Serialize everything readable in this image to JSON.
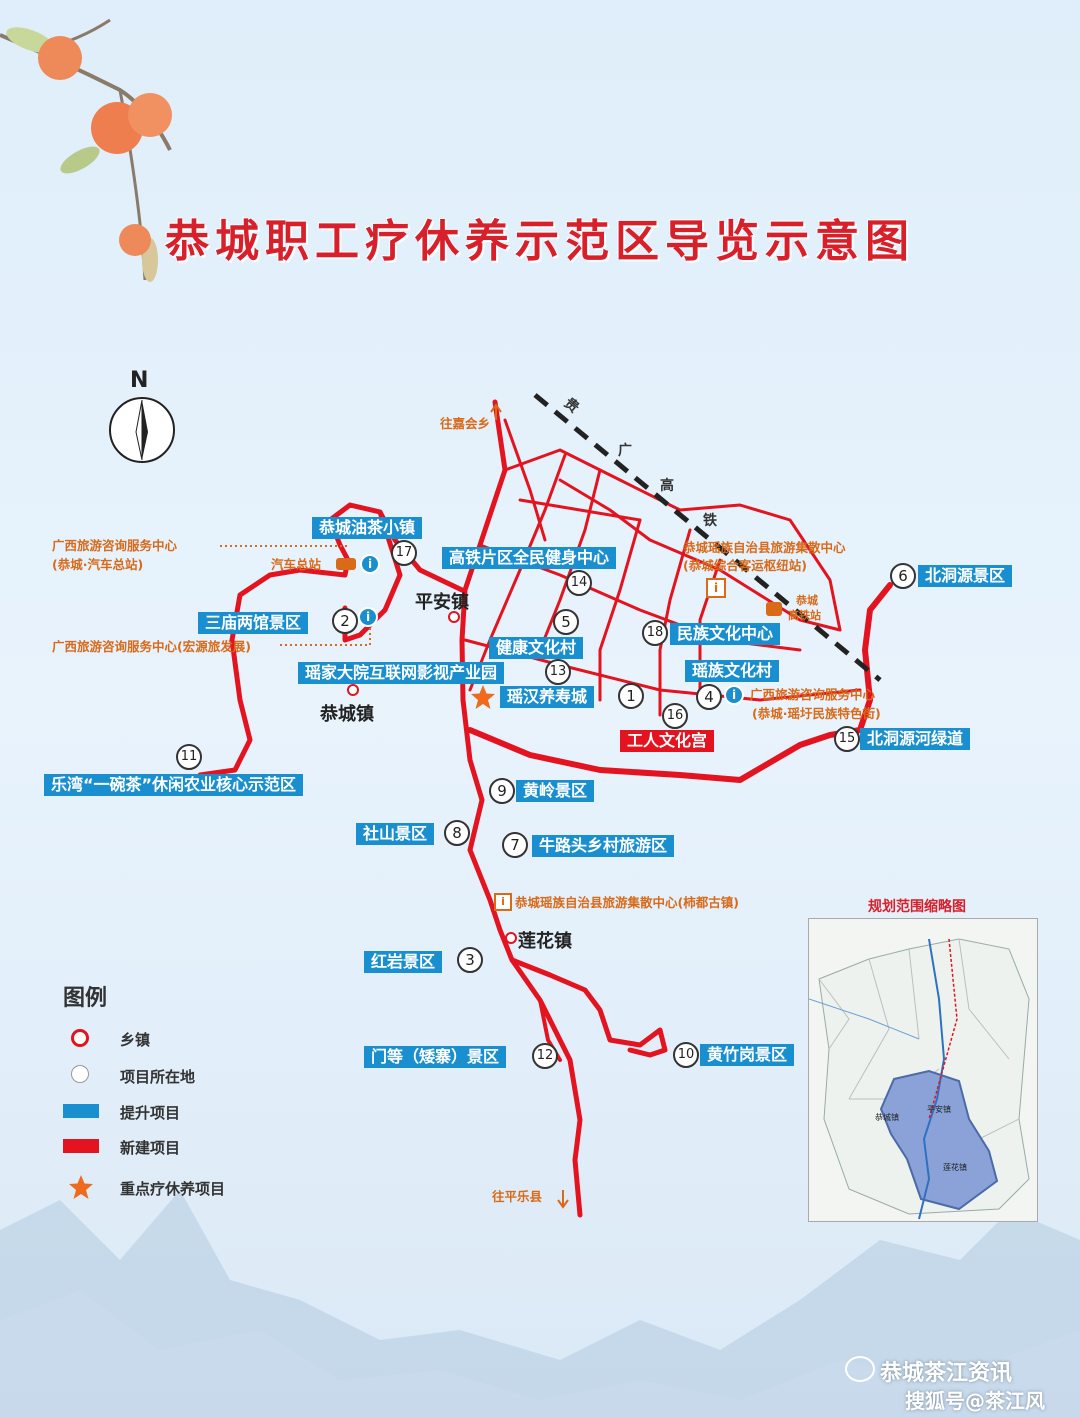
{
  "title": "恭城职工疗休养示范区导览示意图",
  "compass_letter": "N",
  "railway_chars": [
    "贵",
    "广",
    "高",
    "铁"
  ],
  "towns": {
    "pingan": "平安镇",
    "gongcheng": "恭城镇",
    "lianhua": "莲花镇"
  },
  "directions": {
    "north": "往嘉会乡",
    "south": "往平乐县"
  },
  "projects": [
    {
      "num": "1",
      "label": "瑶汉养寿城",
      "type": "blue"
    },
    {
      "num": "2",
      "label": "三庙两馆景区",
      "type": "blue"
    },
    {
      "num": "3",
      "label": "红岩景区",
      "type": "blue"
    },
    {
      "num": "4",
      "label": "瑶族文化村",
      "type": "blue"
    },
    {
      "num": "5",
      "label": "健康文化村",
      "type": "blue"
    },
    {
      "num": "6",
      "label": "北洞源景区",
      "type": "blue"
    },
    {
      "num": "7",
      "label": "牛路头乡村旅游区",
      "type": "blue"
    },
    {
      "num": "8",
      "label": "社山景区",
      "type": "blue"
    },
    {
      "num": "9",
      "label": "黄岭景区",
      "type": "blue"
    },
    {
      "num": "10",
      "label": "黄竹岗景区",
      "type": "blue"
    },
    {
      "num": "11",
      "label": "乐湾“一碗茶”休闲农业核心示范区",
      "type": "blue"
    },
    {
      "num": "12",
      "label": "门等（矮寨）景区",
      "type": "blue"
    },
    {
      "num": "13",
      "label": "瑶家大院互联网影视产业园",
      "type": "blue"
    },
    {
      "num": "14",
      "label": "高铁片区全民健身中心",
      "type": "blue"
    },
    {
      "num": "15",
      "label": "北洞源河绿道",
      "type": "blue"
    },
    {
      "num": "16",
      "label": "工人文化宫",
      "type": "red"
    },
    {
      "num": "17",
      "label": "恭城油茶小镇",
      "type": "blue"
    },
    {
      "num": "18",
      "label": "民族文化中心",
      "type": "blue"
    }
  ],
  "service_centers": {
    "bus_center_1": "广西旅游咨询服务中心",
    "bus_center_2": "(恭城·汽车总站)",
    "bus_station": "汽车总站",
    "hongyuan": "广西旅游咨询服务中心(宏源旅发展)",
    "hsr_hub_1": "恭城瑶族自治县旅游集散中心",
    "hsr_hub_2": "(恭城综合客运枢纽站)",
    "hsr_station_1": "恭城",
    "hsr_station_2": "高铁站",
    "yaoxu_1": "广西旅游咨询服务中心",
    "yaoxu_2": "(恭城·瑶圩民族特色街)",
    "shidu": "恭城瑶族自治县旅游集散中心(柿都古镇)"
  },
  "legend": {
    "title": "图例",
    "items": [
      {
        "label": "乡镇",
        "symbol": "town"
      },
      {
        "label": "项目所在地",
        "symbol": "project"
      },
      {
        "label": "提升项目",
        "symbol": "blue-bar"
      },
      {
        "label": "新建项目",
        "symbol": "red-bar"
      },
      {
        "label": "重点疗休养项目",
        "symbol": "star"
      }
    ]
  },
  "inset": {
    "title": "规划范围缩略图",
    "pingan": "平安镇",
    "gongcheng": "恭城镇",
    "lianhua": "莲花镇"
  },
  "watermark": {
    "line1": "恭城茶江资讯",
    "line2": "搜狐号@茶江风"
  },
  "colors": {
    "road": "#e3141f",
    "upgrade": "#1a8fd0",
    "new": "#e3141f",
    "service_text": "#d86a1a",
    "star": "#ee6a1c"
  }
}
